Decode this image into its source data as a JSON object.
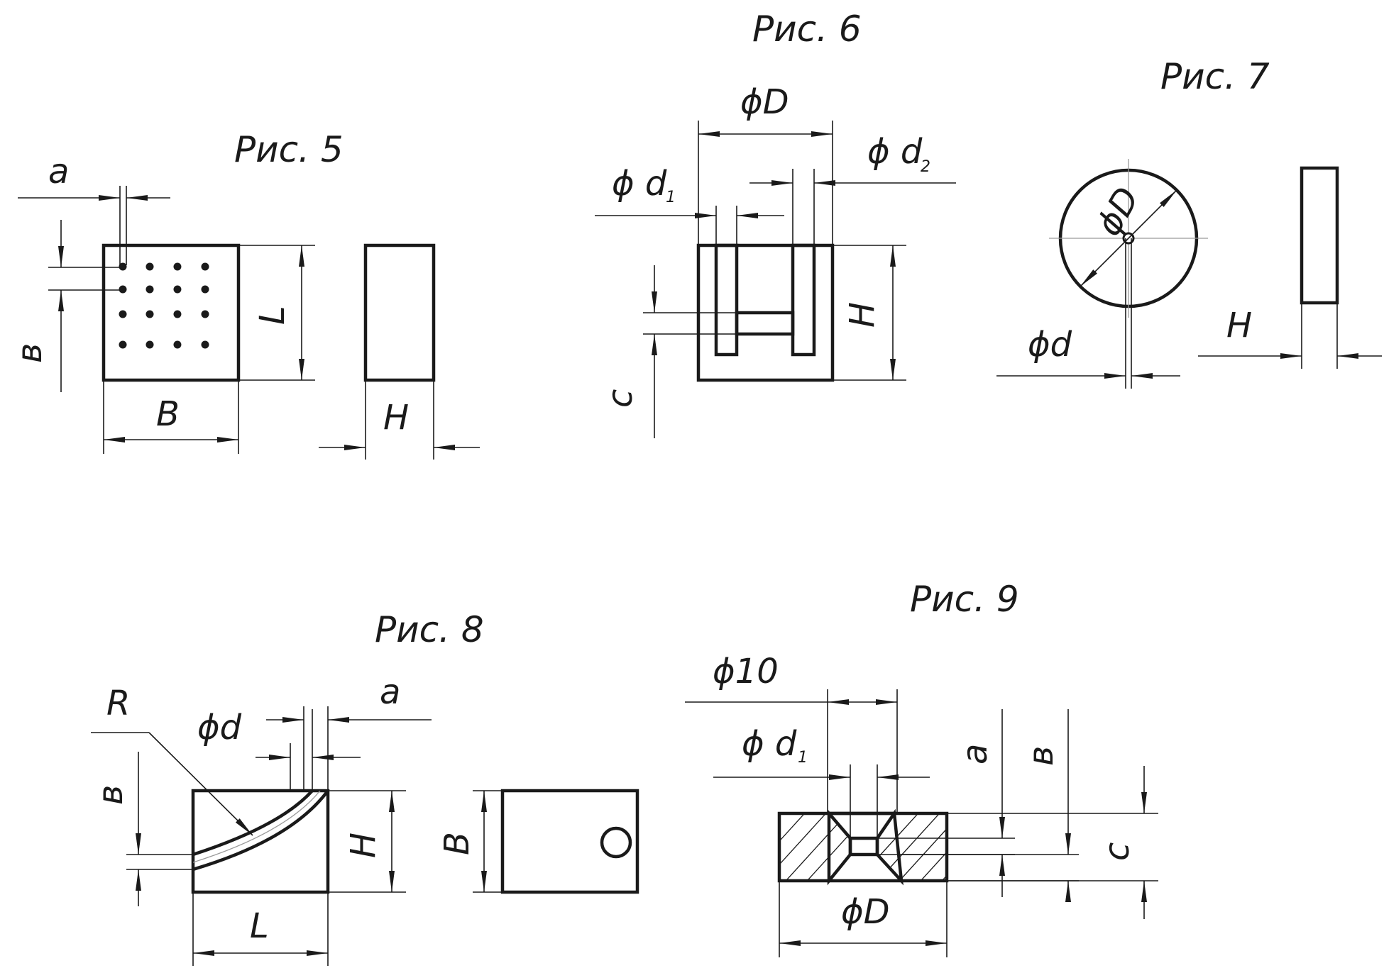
{
  "figures": [
    {
      "id": "fig5",
      "title": "Рис. 5",
      "labels": {
        "a": "a",
        "b": "в",
        "L": "L",
        "B": "B",
        "H": "H"
      }
    },
    {
      "id": "fig6",
      "title": "Рис. 6",
      "labels": {
        "D": "ϕD",
        "d1": "ϕ d",
        "d1_sub": "1",
        "d2": "ϕ d",
        "d2_sub": "2",
        "H": "H",
        "c": "c"
      }
    },
    {
      "id": "fig7",
      "title": "Рис. 7",
      "labels": {
        "D": "ϕD",
        "d": "ϕd",
        "H": "H"
      }
    },
    {
      "id": "fig8",
      "title": "Рис. 8",
      "labels": {
        "R": "R",
        "d": "ϕd",
        "a": "a",
        "b": "в",
        "H": "H",
        "L": "L",
        "B": "B"
      }
    },
    {
      "id": "fig9",
      "title": "Рис. 9",
      "labels": {
        "d10": "ϕ10",
        "d1": "ϕ d",
        "d1_sub": "1",
        "a": "a",
        "b": "в",
        "c": "c",
        "D": "ϕD"
      }
    }
  ]
}
